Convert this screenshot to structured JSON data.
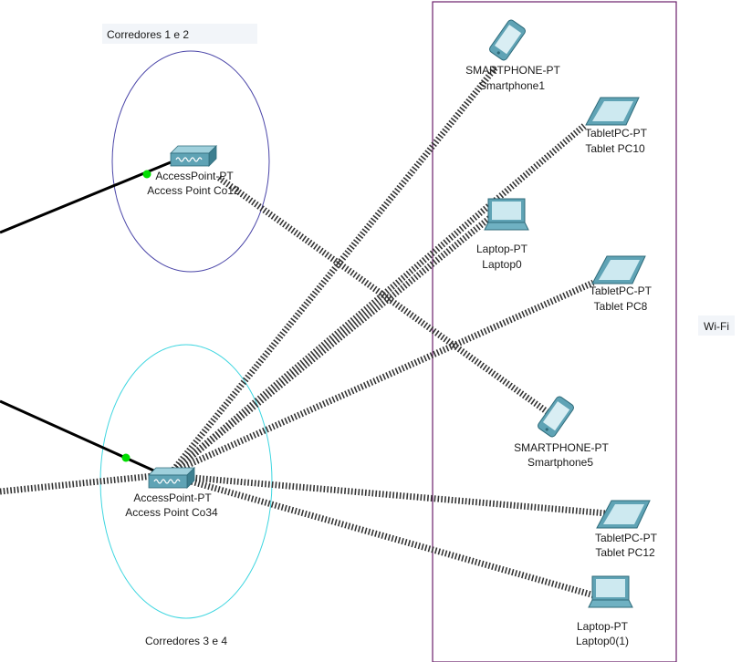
{
  "notes": {
    "corredores_12": "Corredores 1 e 2",
    "corredores_34": "Corredores 3 e 4",
    "wifi": "Wi-Fi"
  },
  "devices": {
    "ap12": {
      "model": "AccessPoint-PT",
      "name": "Access Point Co12"
    },
    "ap34": {
      "model": "AccessPoint-PT",
      "name": "Access Point Co34"
    },
    "smartphone1": {
      "model": "SMARTPHONE-PT",
      "name": "Smartphone1"
    },
    "tablet10": {
      "model": "TabletPC-PT",
      "name": "Tablet PC10"
    },
    "laptop0": {
      "model": "Laptop-PT",
      "name": "Laptop0"
    },
    "tablet8": {
      "model": "TabletPC-PT",
      "name": "Tablet PC8"
    },
    "smartphone5": {
      "model": "SMARTPHONE-PT",
      "name": "Smartphone5"
    },
    "tablet12": {
      "model": "TabletPC-PT",
      "name": "Tablet PC12"
    },
    "laptop0_1": {
      "model": "Laptop-PT",
      "name": "Laptop0(1)"
    }
  },
  "colors": {
    "wifi_area_border": "#6b1f6b",
    "ellipse_12": "#4a45a8",
    "ellipse_34": "#3fd6e0",
    "link_up": "#00dd00",
    "device": "#5fa3b5"
  }
}
